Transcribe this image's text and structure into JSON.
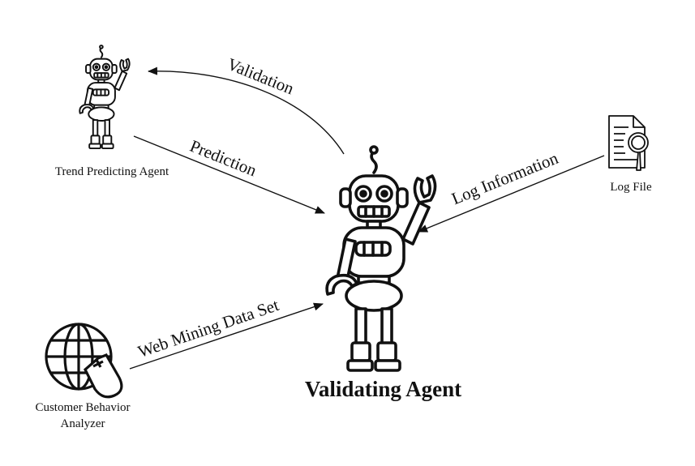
{
  "nodes": {
    "trend_agent": {
      "label": "Trend Predicting Agent",
      "icon": "robot-icon"
    },
    "validating_agent": {
      "label": "Validating Agent",
      "icon": "robot-icon"
    },
    "log_file": {
      "label": "Log File",
      "icon": "log-file-icon"
    },
    "customer_analyzer": {
      "label_line1": "Customer Behavior",
      "label_line2": "Analyzer",
      "icon": "globe-mouse-icon"
    }
  },
  "edges": {
    "validation": "Validation",
    "prediction": "Prediction",
    "log_information": "Log Information",
    "web_mining": "Web Mining Data Set"
  }
}
